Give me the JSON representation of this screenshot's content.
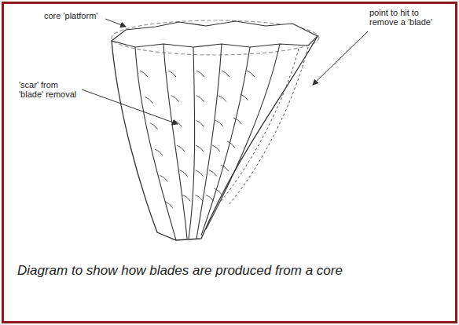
{
  "diagram": {
    "caption": "Diagram to show how blades are produced from a core",
    "labels": [
      "core 'platform'",
      "point to hit to remove a 'blade'",
      "'scar' from 'blade' removal"
    ]
  }
}
